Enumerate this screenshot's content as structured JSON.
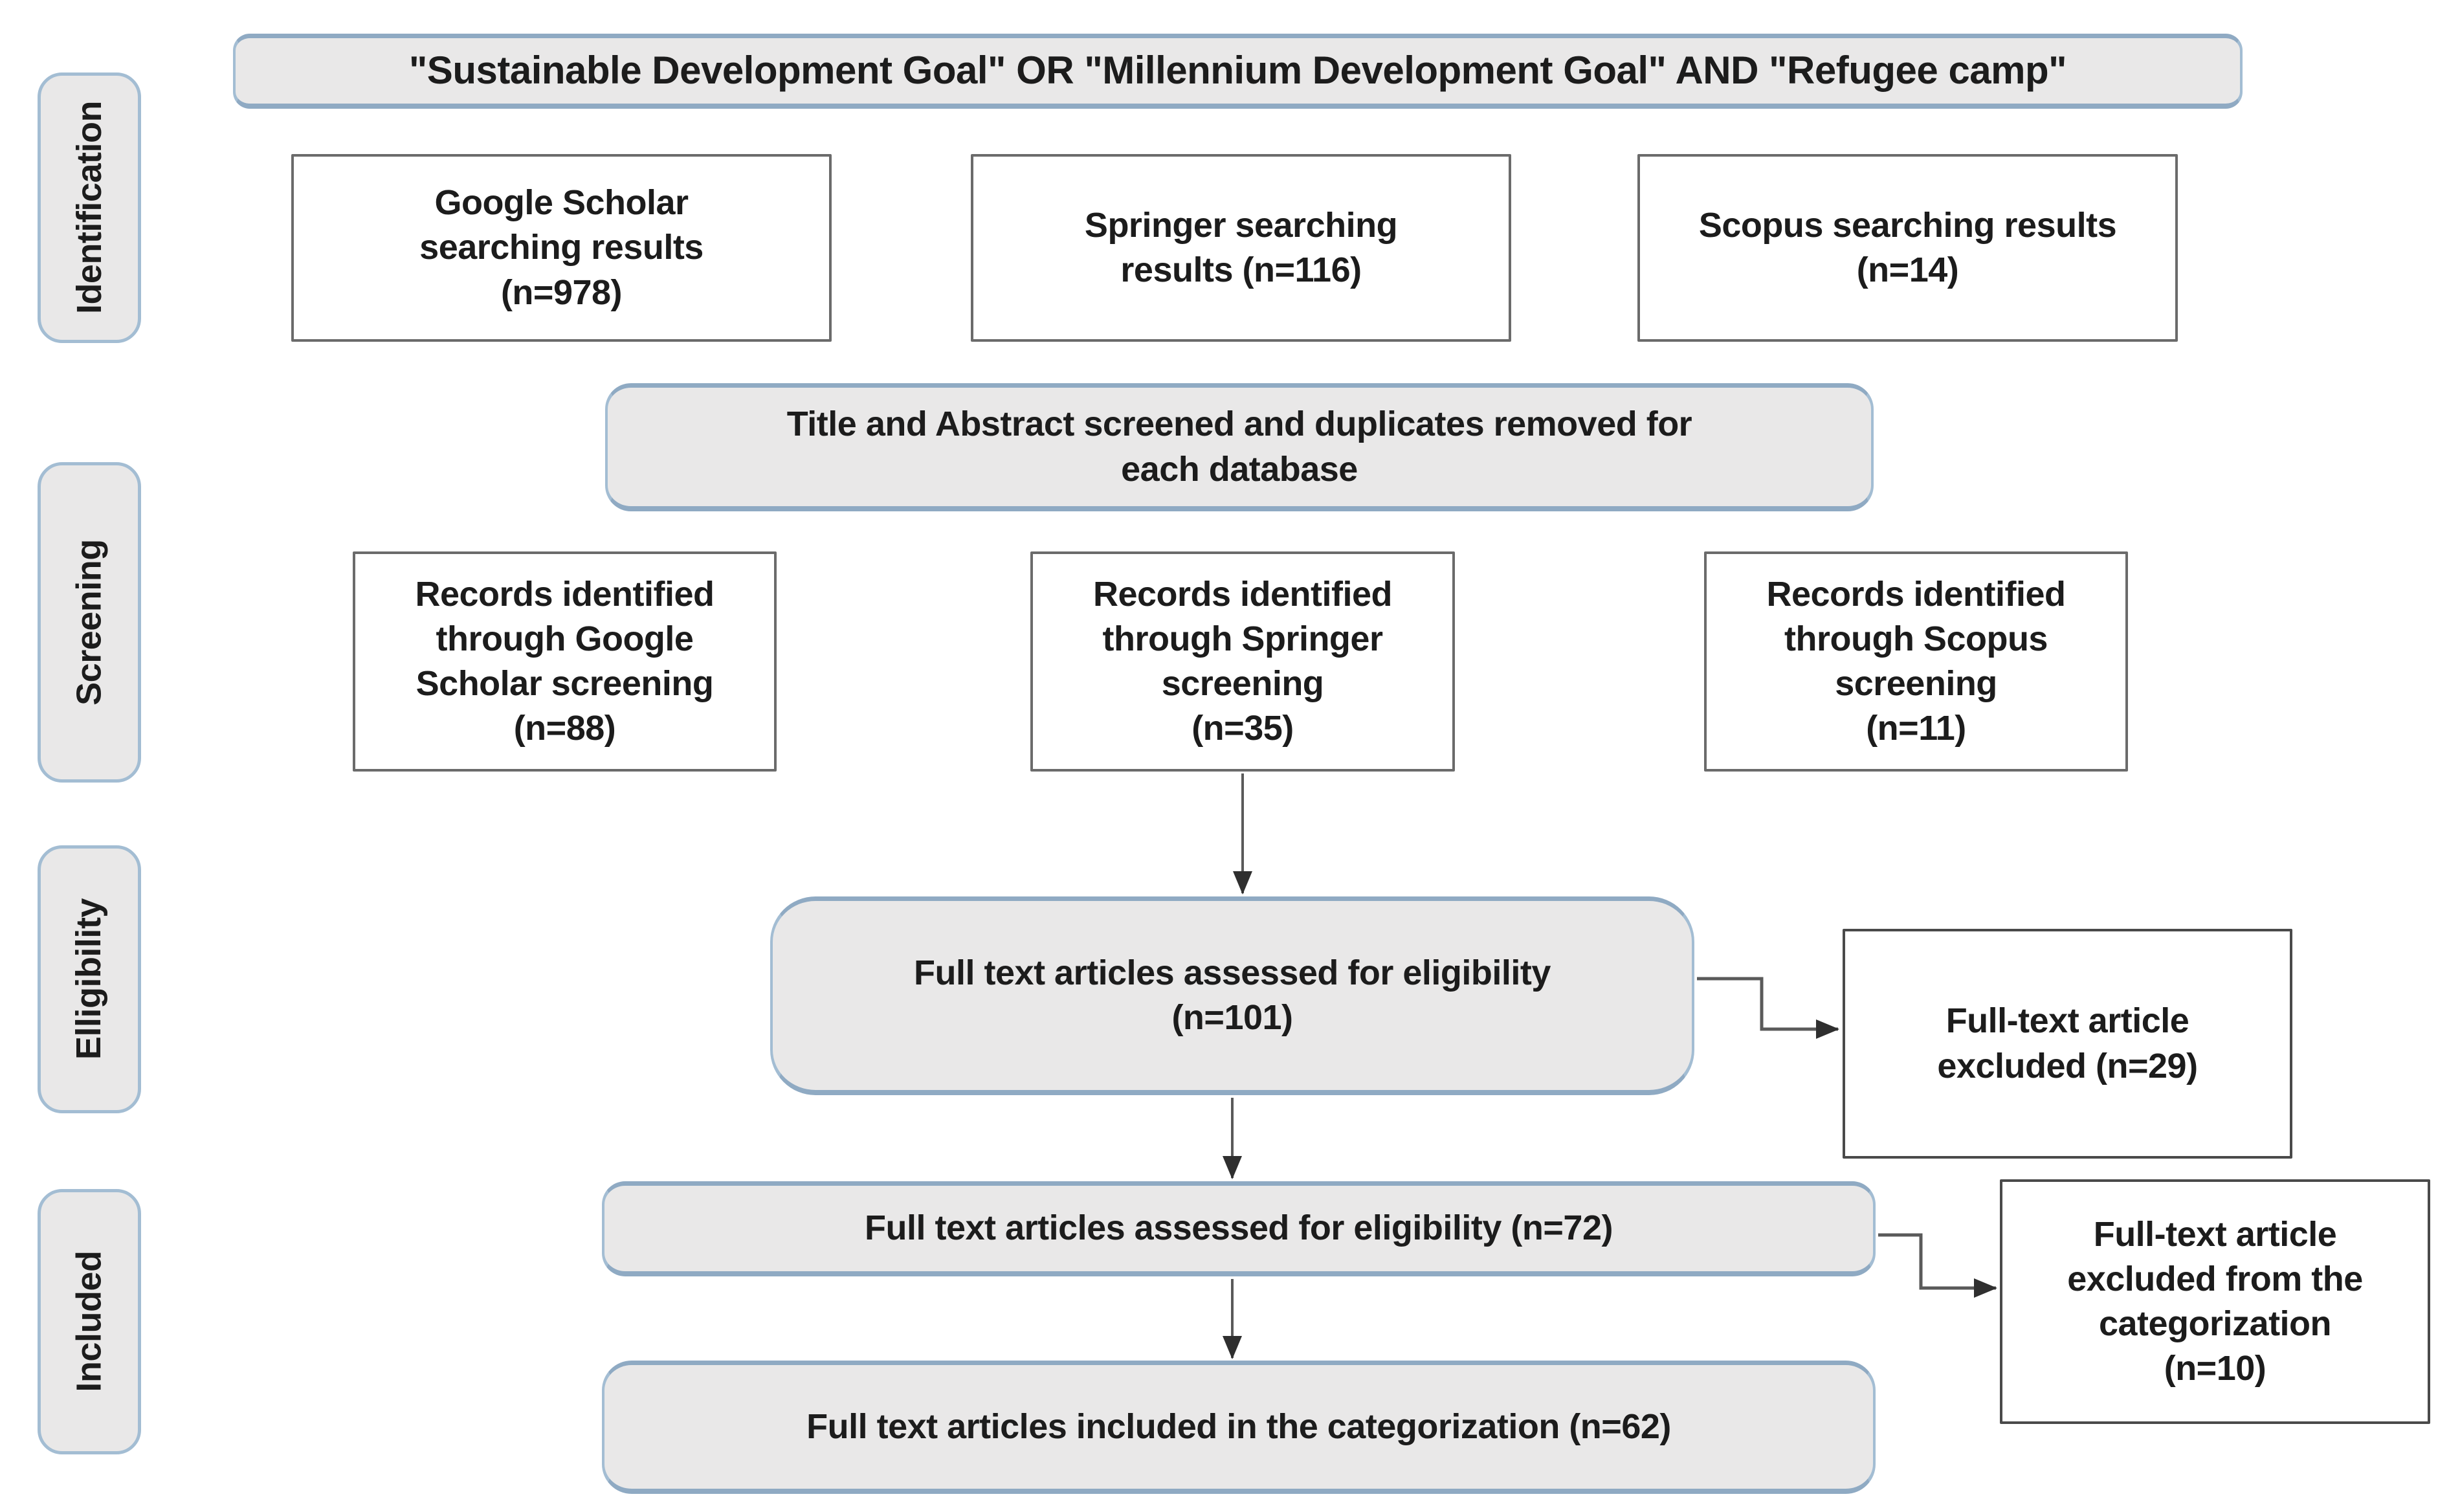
{
  "diagram": {
    "type": "prisma-flow",
    "stages": {
      "identification": "Identification",
      "screening": "Screening",
      "eligibility": "Elligibility",
      "included": "Included"
    },
    "search_query": "\"Sustainable Development Goal\" OR \"Millennium Development Goal\" AND \"Refugee camp\"",
    "boxes": {
      "google_results": {
        "lines": [
          "Google Scholar",
          "searching results",
          "(n=978)"
        ],
        "n": 978
      },
      "springer_results": {
        "lines": [
          "Springer searching",
          "results (n=116)"
        ],
        "n": 116
      },
      "scopus_results": {
        "lines": [
          "Scopus searching results",
          "(n=14)"
        ],
        "n": 14
      },
      "screening_note": {
        "lines": [
          "Title and Abstract screened and duplicates removed for",
          "each database"
        ]
      },
      "records_google": {
        "lines": [
          "Records identified",
          "through Google",
          "Scholar screening",
          "(n=88)"
        ],
        "n": 88
      },
      "records_springer": {
        "lines": [
          "Records identified",
          "through Springer",
          "screening",
          "(n=35)"
        ],
        "n": 35
      },
      "records_scopus": {
        "lines": [
          "Records identified",
          "through Scopus",
          "screening",
          "(n=11)"
        ],
        "n": 11
      },
      "assessed_101": {
        "lines": [
          "Full text articles assessed for eligibility",
          "(n=101)"
        ],
        "n": 101
      },
      "excluded_29": {
        "lines": [
          "Full-text article",
          "excluded (n=29)"
        ],
        "n": 29
      },
      "assessed_72": {
        "lines": [
          "Full text articles assessed for eligibility (n=72)"
        ],
        "n": 72
      },
      "excluded_10": {
        "lines": [
          "Full-text article",
          "excluded from the",
          "categorization",
          "(n=10)"
        ],
        "n": 10
      },
      "included_62": {
        "lines": [
          "Full text articles included in the categorization (n=62)"
        ],
        "n": 62
      }
    },
    "colors": {
      "gray_box_fill": "#e9e8e8",
      "gray_box_border": "#a3bdd3",
      "white_box_border": "#6b6b6b",
      "excluded_box_border": "#4a4a4a",
      "connector": "#5a5a5a",
      "text": "#1c1c1c"
    }
  }
}
